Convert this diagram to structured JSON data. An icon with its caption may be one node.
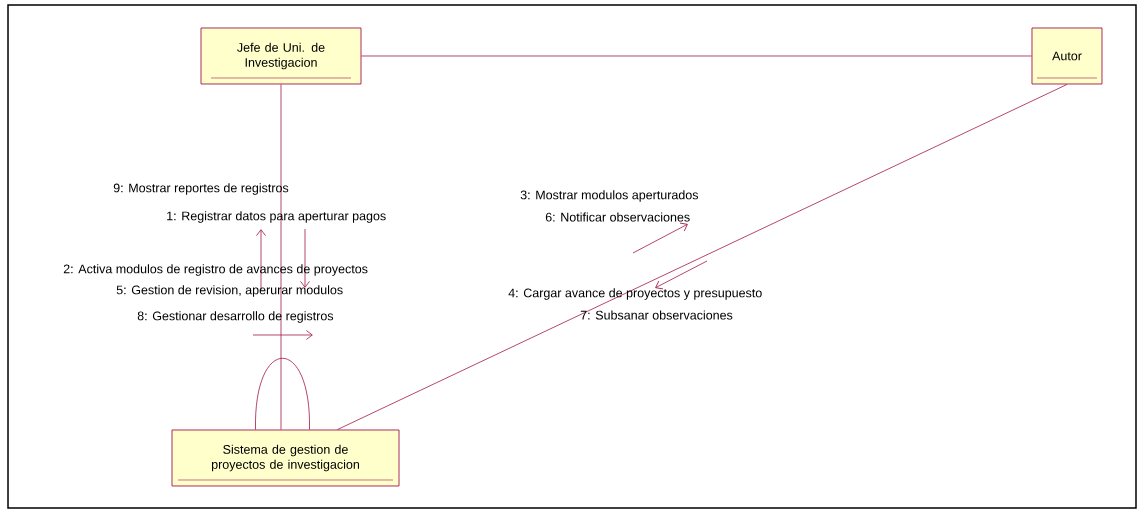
{
  "diagram": {
    "nodes": [
      {
        "text": [
          "Jefe de Uni. de Investigacion"
        ]
      },
      {
        "text": [
          "Autor"
        ]
      },
      {
        "text": [
          "Sistema de gestion de proyectos de investigacion"
        ]
      }
    ],
    "edges": [
      {
        "from": 0,
        "to": 1,
        "arrow": "none"
      },
      {
        "from": 0,
        "to": 2,
        "arrow": "none"
      },
      {
        "from": 1,
        "to": 2,
        "arrow": "none"
      },
      {
        "from": 2,
        "to": 2,
        "arrow": "none"
      }
    ],
    "labels": [
      "9: Mostrar reportes de registros",
      "1: Registrar datos para aperturar pagos",
      "3: Mostrar modulos aperturados",
      "6: Notificar observaciones",
      "2: Activa modulos de registro de avances de proyectos",
      "5: Gestion de revision, aperurar modulos",
      "4: Cargar avance de proyectos y presupuesto",
      "7: Subsanar observaciones",
      "8: Gestionar desarrollo de registros"
    ]
  }
}
